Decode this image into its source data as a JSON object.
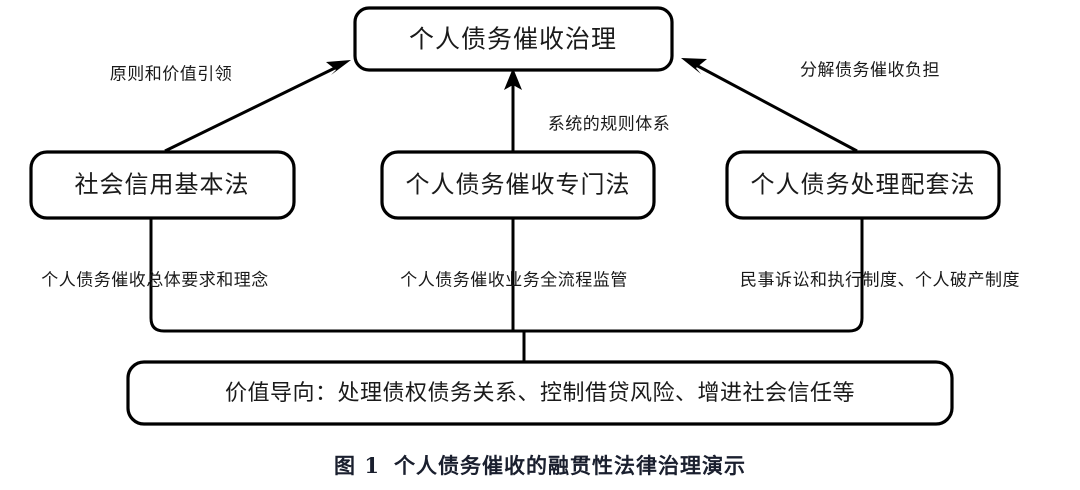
{
  "figure": {
    "caption_prefix": "图 1",
    "caption_text": "个人债务催收的融贯性法律治理演示",
    "background_color": "#ffffff",
    "line_color": "#000000",
    "text_color": "#1a1a1a"
  },
  "nodes": {
    "top": {
      "label": "个人债务催收治理"
    },
    "left": {
      "label": "社会信用基本法"
    },
    "middle": {
      "label": "个人债务催收专门法"
    },
    "right": {
      "label": "个人债务处理配套法"
    },
    "bottom": {
      "label": "价值导向：处理债权债务关系、控制借贷风险、增进社会信任等"
    }
  },
  "edge_labels": {
    "left_to_top": "原则和价值引领",
    "middle_to_top": "系统的规则体系",
    "right_to_top": "分解债务催收负担",
    "bottom_to_left": "个人债务催收总体要求和理念",
    "bottom_to_middle": "个人债务催收业务全流程监管",
    "bottom_to_right": "民事诉讼和执行制度、个人破产制度"
  }
}
